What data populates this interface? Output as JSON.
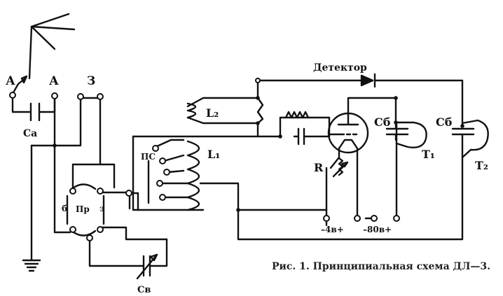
{
  "labels": {
    "antenna_left": "А",
    "antenna_right": "А",
    "ground_terminal": "З",
    "cap_antenna": "Са",
    "inductor_l2": "L₂",
    "inductor_l1": "L₁",
    "switch_ps": "ПС",
    "switch_pr": "Пр",
    "pr_left_letter": "б",
    "pr_right_letter": "э",
    "rheostat": "R",
    "detector": "Детектор",
    "cap_sb1": "Сб",
    "cap_sb2": "Сб",
    "phones_t1": "T₁",
    "phones_t2": "T₂",
    "battery_a": "–4в+",
    "battery_b": "–80в+",
    "cap_cv": "Св"
  },
  "caption": "Рис. 1. Принципиальная схема ДЛ—3."
}
